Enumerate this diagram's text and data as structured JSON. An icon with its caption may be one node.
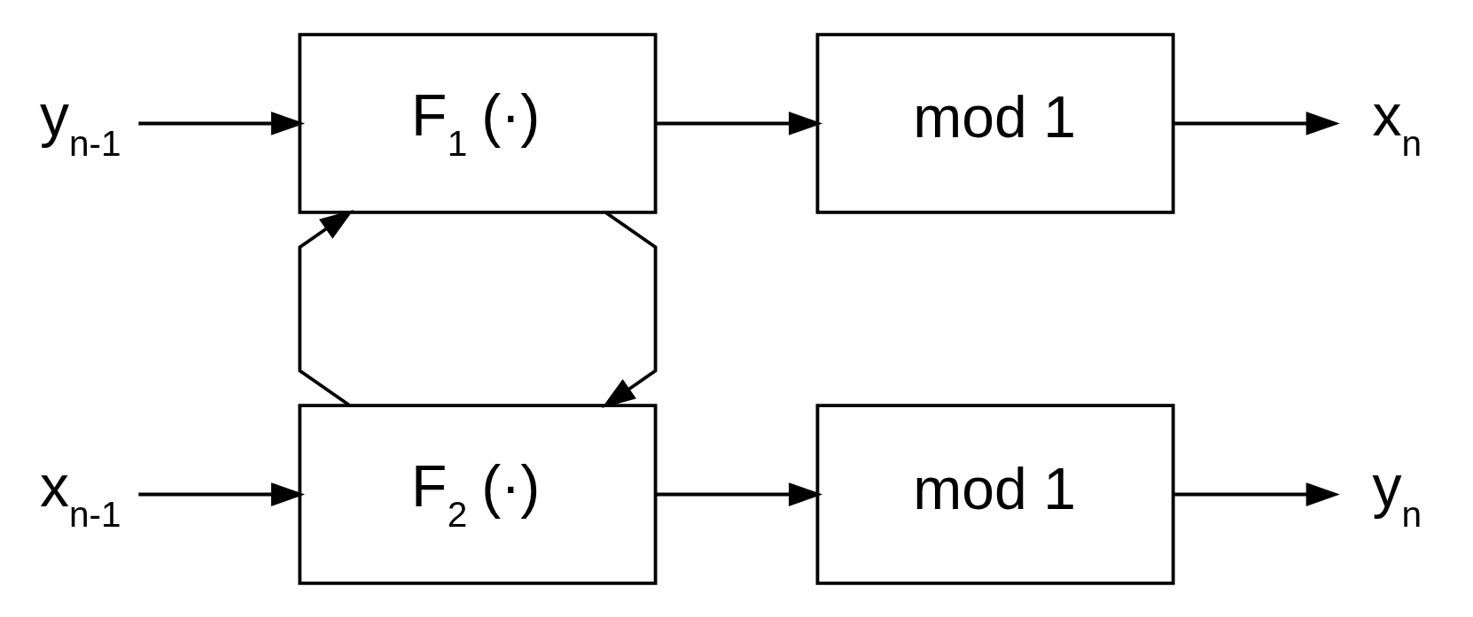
{
  "diagram": {
    "nodes": [
      {
        "text": [
          "y$_{n-1}$"
        ]
      },
      {
        "text": [
          "F$_{1}$ (·)"
        ]
      },
      {
        "text": [
          "mod 1"
        ]
      },
      {
        "text": [
          "x$_{n}$"
        ]
      },
      {
        "text": [
          "x$_{n-1}$"
        ]
      },
      {
        "text": [
          "F$_{2}$ (·)"
        ]
      },
      {
        "text": [
          "mod 1"
        ]
      },
      {
        "text": [
          "y$_{n}$"
        ]
      }
    ],
    "edges": [
      {
        "from": 0,
        "to": 1,
        "arrow": "to"
      },
      {
        "from": 1,
        "to": 2,
        "arrow": "to"
      },
      {
        "from": 2,
        "to": 3,
        "arrow": "to"
      },
      {
        "from": 4,
        "to": 5,
        "arrow": "to"
      },
      {
        "from": 5,
        "to": 6,
        "arrow": "to"
      },
      {
        "from": 6,
        "to": 7,
        "arrow": "to"
      },
      {
        "from": 1,
        "to": 5,
        "arrow": "to"
      },
      {
        "from": 5,
        "to": 1,
        "arrow": "to"
      }
    ]
  }
}
